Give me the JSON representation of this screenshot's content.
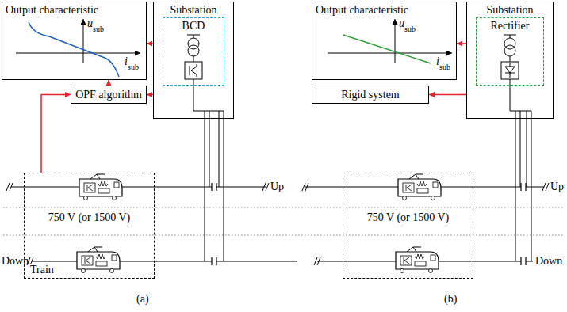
{
  "diagram": {
    "nodes": [
      {
        "text": [
          "Output characteristic"
        ]
      },
      {
        "text": [
          "Substation"
        ]
      },
      {
        "text": [
          "BCD"
        ],
        "in": 1
      },
      {
        "text": [
          "OPF algorithm"
        ]
      },
      {
        "text": [
          "750 V (or 1500 V)",
          "Train"
        ]
      },
      {
        "text": [
          "Output characteristic"
        ]
      },
      {
        "text": [
          "Substation"
        ]
      },
      {
        "text": [
          "Rectifier"
        ],
        "in": 6
      },
      {
        "text": [
          "Rigid system"
        ]
      },
      {
        "text": [
          "750 V (or 1500 V)"
        ]
      }
    ],
    "edges": [
      {
        "from": 1,
        "to": 0,
        "arrow": "to"
      },
      {
        "from": 3,
        "to": 0,
        "arrow": "to"
      },
      {
        "from": 1,
        "to": 3,
        "arrow": "to"
      },
      {
        "from": 4,
        "to": 3,
        "arrow": "to"
      },
      {
        "from": 6,
        "to": 5,
        "arrow": "to"
      },
      {
        "from": 6,
        "to": 8,
        "arrow": "to"
      }
    ],
    "labels": [
      "u",
      "sub",
      "i",
      "sub",
      "Up",
      "Down",
      "(a)",
      "u",
      "sub",
      "i",
      "sub",
      "Up",
      "Down",
      "(b)"
    ]
  }
}
